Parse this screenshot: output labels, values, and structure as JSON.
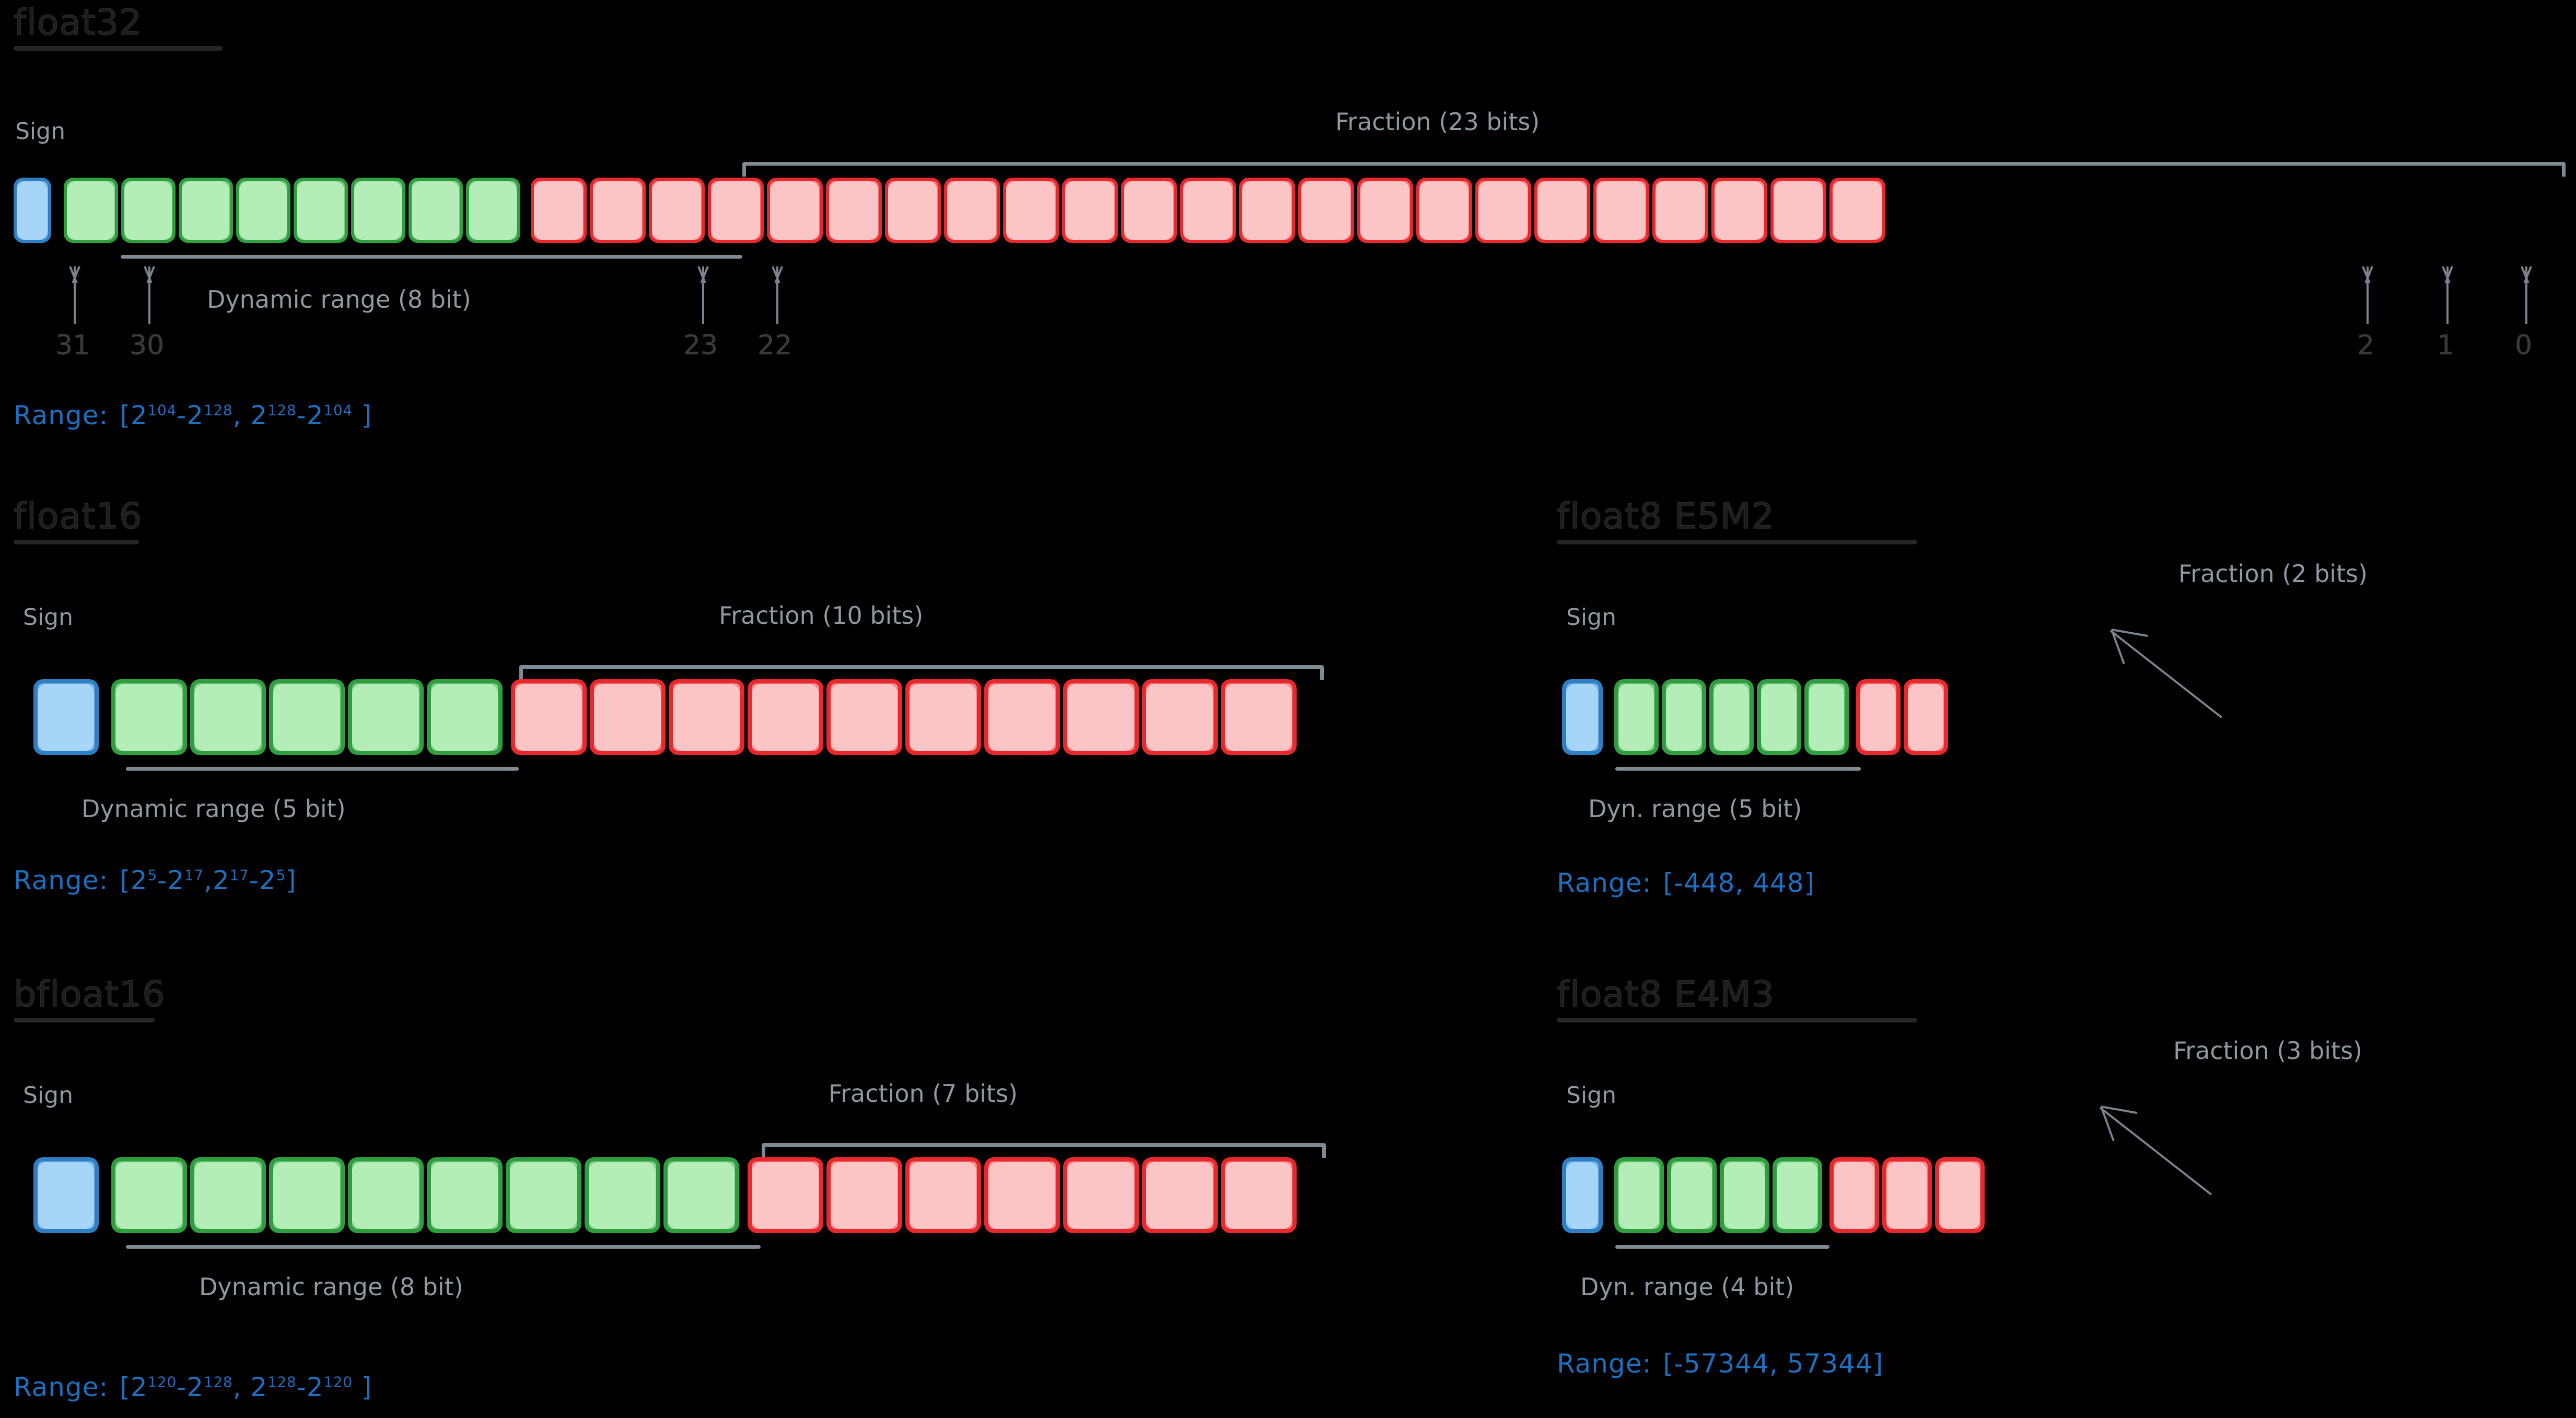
{
  "page": {
    "background": "#000000",
    "accent_blue_text": "#1d6fc0",
    "cell_blue_fill": "#a6d5f7",
    "cell_blue_border": "#2e7fc4",
    "cell_green_fill": "#b5edb9",
    "cell_green_border": "#2e9e3e",
    "cell_red_fill": "#fcc5c5",
    "cell_red_border": "#e8282c",
    "label_gray": "#8d99a3",
    "title_black": "#1d1d1d"
  },
  "formats": [
    {
      "id": "float32",
      "title": "float32",
      "sign_label": "Sign",
      "fraction_label": "Fraction (23 bits)",
      "dynamic_label": "Dynamic range (8 bit)",
      "range_keyword": "Range:",
      "range_open": "[",
      "range_close": "]",
      "range_left_base1": "2",
      "range_left_exp1": "104",
      "range_left_op": "-",
      "range_left_base2": "2",
      "range_left_exp2": "128",
      "range_comma": ",",
      "range_right_base1": "2",
      "range_right_exp1": "128",
      "range_right_op": "-",
      "range_right_base2": "2",
      "range_right_exp2": "104",
      "range_plain": "",
      "sign_bits": 1,
      "exponent_bits": 8,
      "fraction_bits": 23,
      "total_bits": 32,
      "bit_indices": [
        "31",
        "30",
        "23",
        "22",
        "2",
        "1",
        "0"
      ]
    },
    {
      "id": "float16",
      "title": "float16",
      "sign_label": "Sign",
      "fraction_label": "Fraction (10 bits)",
      "dynamic_label": "Dynamic range (5 bit)",
      "range_keyword": "Range:",
      "range_open": "[",
      "range_close": "]",
      "range_left_base1": "2",
      "range_left_exp1": "5",
      "range_left_op": "-",
      "range_left_base2": "2",
      "range_left_exp2": "17",
      "range_comma": ",",
      "range_right_base1": "2",
      "range_right_exp1": "17",
      "range_right_op": "-",
      "range_right_base2": "2",
      "range_right_exp2": "5",
      "range_plain": "",
      "sign_bits": 1,
      "exponent_bits": 5,
      "fraction_bits": 10,
      "total_bits": 16,
      "bit_indices": []
    },
    {
      "id": "bfloat16",
      "title": "bfloat16",
      "sign_label": "Sign",
      "fraction_label": "Fraction (7 bits)",
      "dynamic_label": "Dynamic range (8 bit)",
      "range_keyword": "Range:",
      "range_open": "[",
      "range_close": "]",
      "range_left_base1": "2",
      "range_left_exp1": "120",
      "range_left_op": "-",
      "range_left_base2": "2",
      "range_left_exp2": "128",
      "range_comma": ",",
      "range_right_base1": "2",
      "range_right_exp1": "128",
      "range_right_op": "-",
      "range_right_base2": "2",
      "range_right_exp2": "120",
      "range_plain": "",
      "sign_bits": 1,
      "exponent_bits": 8,
      "fraction_bits": 7,
      "total_bits": 16,
      "bit_indices": []
    },
    {
      "id": "float8_e5m2",
      "title": "float8 E5M2",
      "sign_label": "Sign",
      "fraction_label": "Fraction (2 bits)",
      "dynamic_label": "Dyn. range (5 bit)",
      "range_keyword": "Range:",
      "range_plain": "[-448, 448]",
      "sign_bits": 1,
      "exponent_bits": 5,
      "fraction_bits": 2,
      "total_bits": 8,
      "bit_indices": []
    },
    {
      "id": "float8_e4m3",
      "title": "float8 E4M3",
      "sign_label": "Sign",
      "fraction_label": "Fraction (3 bits)",
      "dynamic_label": "Dyn. range (4 bit)",
      "range_keyword": "Range:",
      "range_plain": "[-57344, 57344]",
      "sign_bits": 1,
      "exponent_bits": 4,
      "fraction_bits": 3,
      "total_bits": 8,
      "bit_indices": []
    }
  ]
}
